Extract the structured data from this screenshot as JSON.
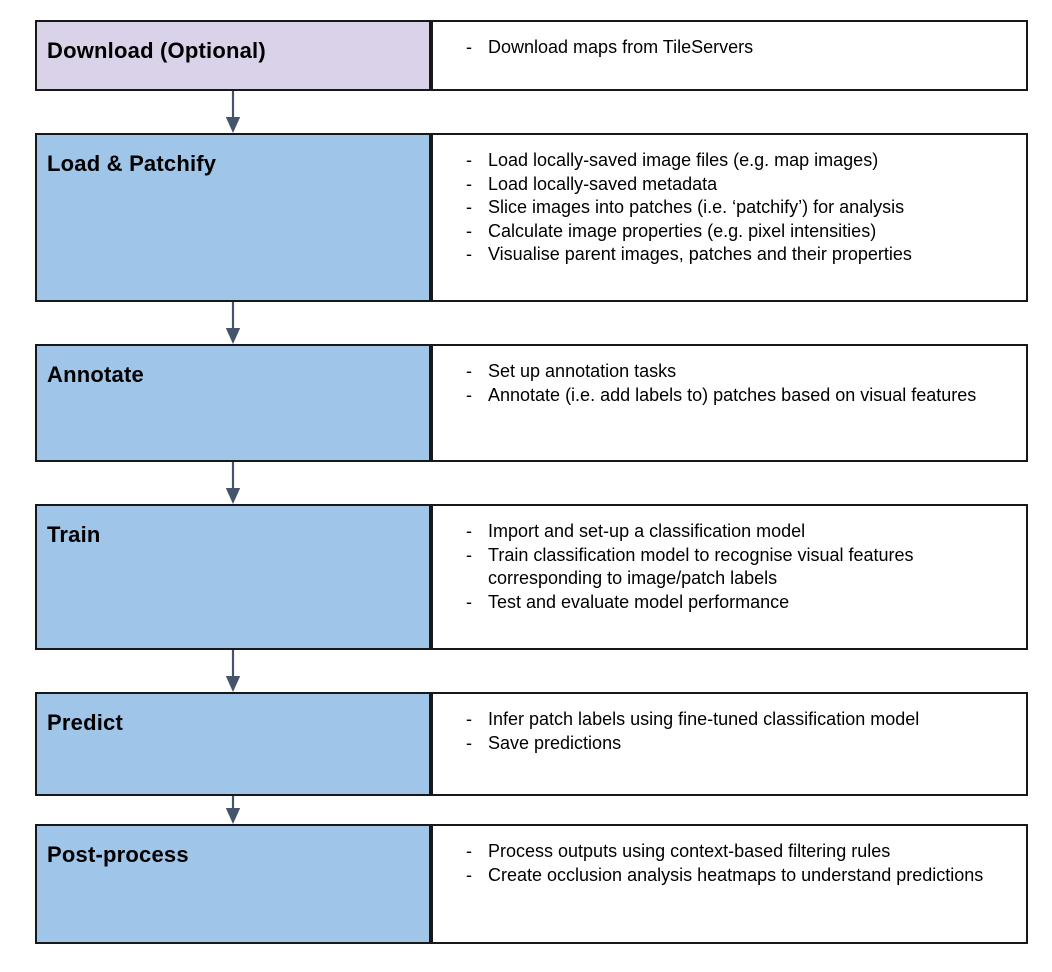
{
  "page": {
    "background": "#ffffff"
  },
  "colors": {
    "border": "#181818",
    "arrow": "#44546a",
    "optional_step_fill": "#d9d2e9",
    "step_fill": "#9fc5e8",
    "text": "#000000"
  },
  "bullet_marker": "-",
  "pipeline": {
    "steps": [
      {
        "label": "Download (Optional)",
        "fill": "#d9d2e9",
        "bullets": [
          "Download maps from TileServers"
        ]
      },
      {
        "label": "Load & Patchify",
        "fill": "#9fc5e8",
        "bullets": [
          "Load locally-saved image files (e.g. map images)",
          "Load locally-saved metadata",
          "Slice images into patches (i.e. ‘patchify’) for analysis",
          "Calculate image properties (e.g. pixel intensities)",
          "Visualise parent images, patches and their properties"
        ]
      },
      {
        "label": "Annotate",
        "fill": "#9fc5e8",
        "bullets": [
          "Set up annotation tasks",
          "Annotate (i.e. add labels to) patches based on visual features"
        ]
      },
      {
        "label": "Train",
        "fill": "#9fc5e8",
        "bullets": [
          "Import and set-up a classification model",
          "Train classification model to recognise visual features corresponding to image/patch labels",
          "Test and evaluate model performance"
        ]
      },
      {
        "label": "Predict",
        "fill": "#9fc5e8",
        "bullets": [
          "Infer patch labels using fine-tuned classification model",
          "Save predictions"
        ]
      },
      {
        "label": "Post-process",
        "fill": "#9fc5e8",
        "bullets": [
          "Process outputs using context-based filtering rules",
          "Create occlusion analysis heatmaps to understand predictions"
        ]
      }
    ]
  }
}
